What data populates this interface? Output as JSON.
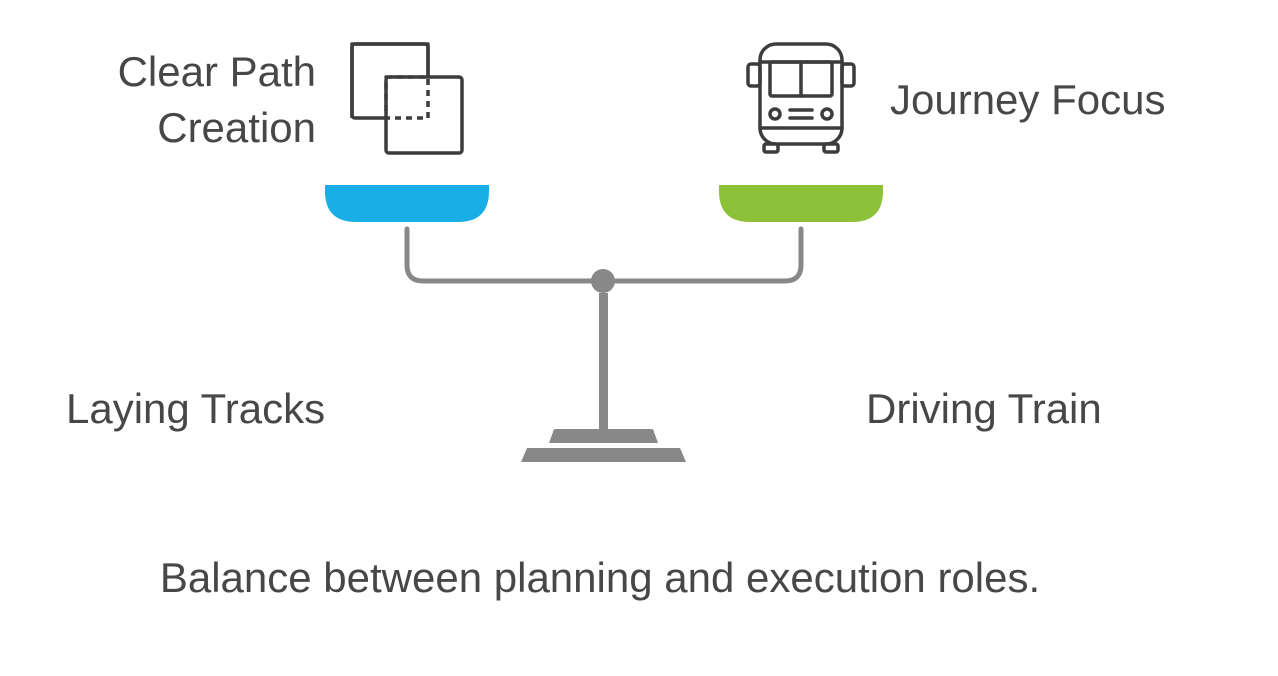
{
  "left": {
    "top_label_line1": "Clear Path",
    "top_label_line2": "Creation",
    "bottom_label": "Laying Tracks",
    "icon": "overlapping-squares-icon",
    "pan_color": "#1aaee6"
  },
  "right": {
    "top_label": "Journey Focus",
    "bottom_label": "Driving Train",
    "icon": "bus-icon",
    "pan_color": "#8dc238"
  },
  "caption": "Balance between planning and execution roles.",
  "colors": {
    "scale": "#888888",
    "icon_stroke": "#3c3c3c",
    "text": "#474747"
  }
}
